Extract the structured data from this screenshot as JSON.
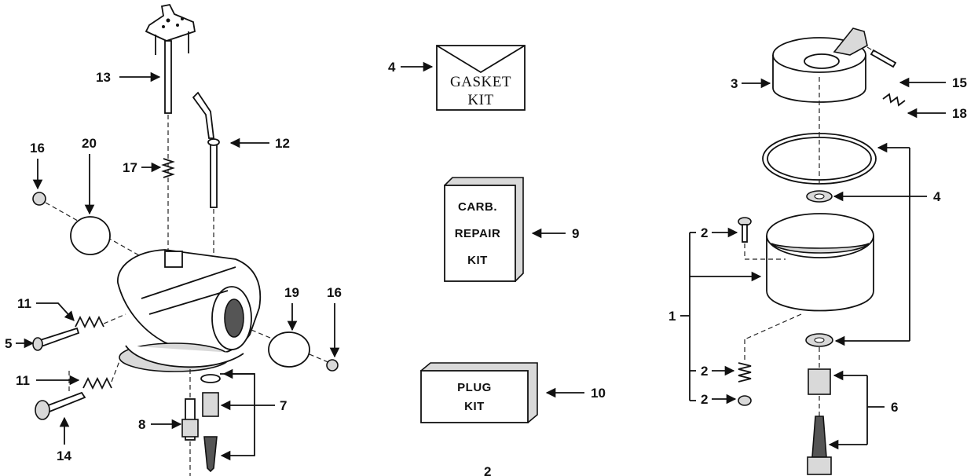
{
  "kits": {
    "gasket_kit": {
      "line1": "GASKET",
      "line2": "KIT"
    },
    "carb_repair_kit": {
      "line1": "CARB.",
      "line2": "REPAIR",
      "line3": "KIT"
    },
    "plug_kit": {
      "line1": "PLUG",
      "line2": "KIT"
    }
  },
  "callouts": {
    "left": {
      "c13": "13",
      "c12": "12",
      "c17": "17",
      "c16a": "16",
      "c20": "20",
      "c11a": "11",
      "c5": "5",
      "c11b": "11",
      "c14": "14",
      "c8": "8",
      "c7": "7",
      "c19": "19",
      "c16b": "16"
    },
    "middle": {
      "c4": "4",
      "c9": "9",
      "c10": "10"
    },
    "right": {
      "c3": "3",
      "c15": "15",
      "c18": "18",
      "c4": "4",
      "c2a": "2",
      "c1": "1",
      "c2b": "2",
      "c2c": "2",
      "c6": "6"
    }
  },
  "page_number": "2"
}
